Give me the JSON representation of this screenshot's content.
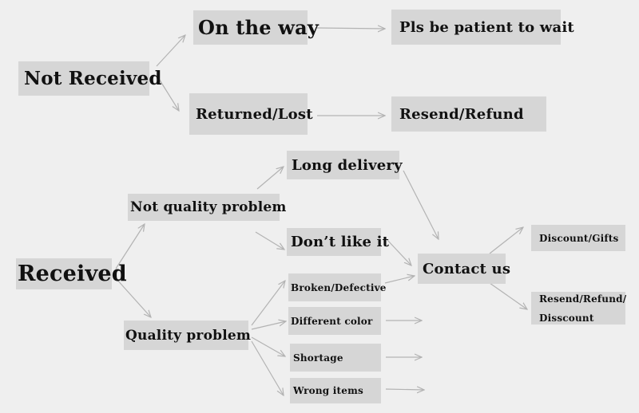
{
  "nodes": {
    "not_received": "Not Received",
    "on_the_way": "On the way",
    "pls_wait": "Pls be patient to wait",
    "returned_lost": "Returned/Lost",
    "resend_refund": "Resend/Refund",
    "received": "Received",
    "not_quality": "Not quality problem",
    "long_delivery": "Long delivery",
    "dont_like": "Don’t like it",
    "quality": "Quality problem",
    "broken": "Broken/Defective",
    "different_color": "Different color",
    "shortage": "Shortage",
    "wrong_items": "Wrong items",
    "contact_us": "Contact us",
    "discount_gifts": "Discount/Gifts",
    "resend_refund_discount_1": "Resend/Refund/",
    "resend_refund_discount_2": "Disscount"
  }
}
